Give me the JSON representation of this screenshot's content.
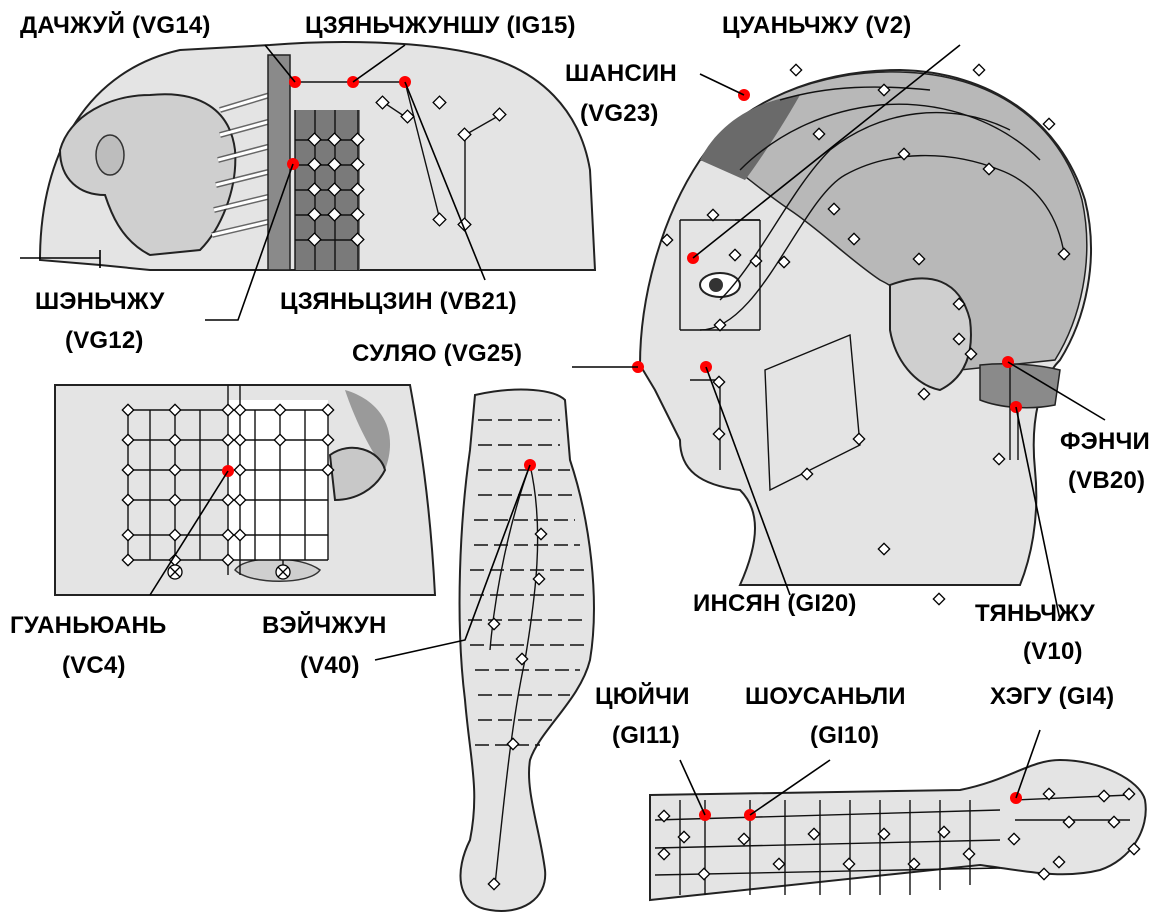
{
  "labels": {
    "dazhui": "ДАЧЖУЙ (VG14)",
    "jianzhongshu": "ЦЗЯНЬЧЖУНШУ (IG15)",
    "cuanzhu": "ЦУАНЬЧЖУ (V2)",
    "shangxing_1": "ШАНСИН",
    "shangxing_2": "(VG23)",
    "shenzhu_1": "ШЭНЬЧЖУ",
    "shenzhu_2": "(VG12)",
    "jianjing": "ЦЗЯНЬЦЗИН (VB21)",
    "suliao": "СУЛЯО (VG25)",
    "fengchi_1": "ФЭНЧИ",
    "fengchi_2": "(VB20)",
    "guanyuan_1": "ГУАНЬЮАНЬ",
    "guanyuan_2": "(VC4)",
    "weizhong_1": "ВЭЙЧЖУН",
    "weizhong_2": "(V40)",
    "yingxiang": "ИНСЯН (GI20)",
    "tianzhu_1": "ТЯНЬЧЖУ",
    "tianzhu_2": "(V10)",
    "quchi_1": "ЦЮЙЧИ",
    "quchi_2": "(GI11)",
    "shousanli_1": "ШОУСАНЬЛИ",
    "shousanli_2": "(GI10)",
    "hegu": "ХЭГУ (GI4)"
  },
  "colors": {
    "point_marker": "#ff0000",
    "grid_node": "#ffffff",
    "body_fill": "#e4e4e4",
    "shadow": "#9a9a9a"
  }
}
